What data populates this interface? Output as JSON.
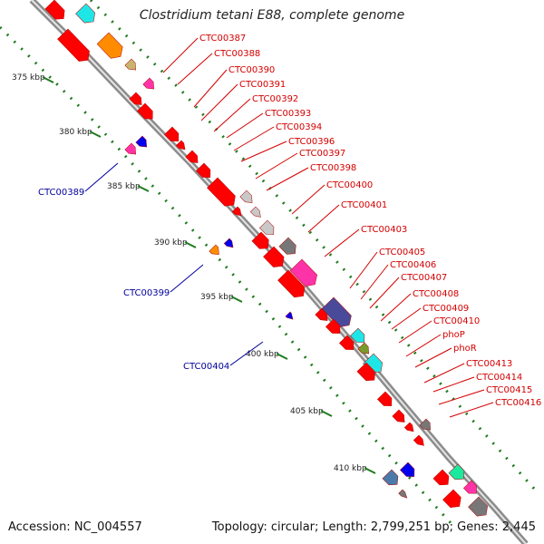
{
  "title": "Clostridium tetani E88, complete genome",
  "footer": {
    "accession": "Accession: NC_004557",
    "summary": "Topology: circular; Length: 2,799,251 bp; Genes: 2,445"
  },
  "colors": {
    "forward_label": "#d40000",
    "reverse_label": "#00009c",
    "backbone": "#8c8c8c",
    "tick_dots": "#1f7a1f",
    "gene_red": "#ff0000",
    "gene_cyan": "#1fe6e6",
    "gene_orange": "#ff8c00",
    "gene_khaki": "#c8b46e",
    "gene_magenta": "#ff33a8",
    "gene_blue": "#0000ee",
    "gene_gray": "#777777",
    "gene_lightgray": "#c8c8c8",
    "gene_purple": "#4a4a9a",
    "gene_olive": "#7a9a2a",
    "gene_steel": "#4a7aaa",
    "gene_teal": "#1aeaa0"
  },
  "scale_ticks": [
    {
      "label": "375 kbp"
    },
    {
      "label": "380 kbp"
    },
    {
      "label": "385 kbp"
    },
    {
      "label": "390 kbp"
    },
    {
      "label": "395 kbp"
    },
    {
      "label": "400 kbp"
    },
    {
      "label": "405 kbp"
    },
    {
      "label": "410 kbp"
    }
  ],
  "forward_labels": [
    "CTC00387",
    "CTC00388",
    "CTC00390",
    "CTC00391",
    "CTC00392",
    "CTC00393",
    "CTC00394",
    "CTC00396",
    "CTC00397",
    "CTC00398",
    "CTC00400",
    "CTC00401",
    "CTC00403",
    "CTC00405",
    "CTC00406",
    "CTC00407",
    "CTC00408",
    "CTC00409",
    "CTC00410",
    "phoP",
    "phoR",
    "CTC00413",
    "CTC00414",
    "CTC00415",
    "CTC00416"
  ],
  "reverse_labels": [
    "CTC00389",
    "CTC00399",
    "CTC00404"
  ]
}
